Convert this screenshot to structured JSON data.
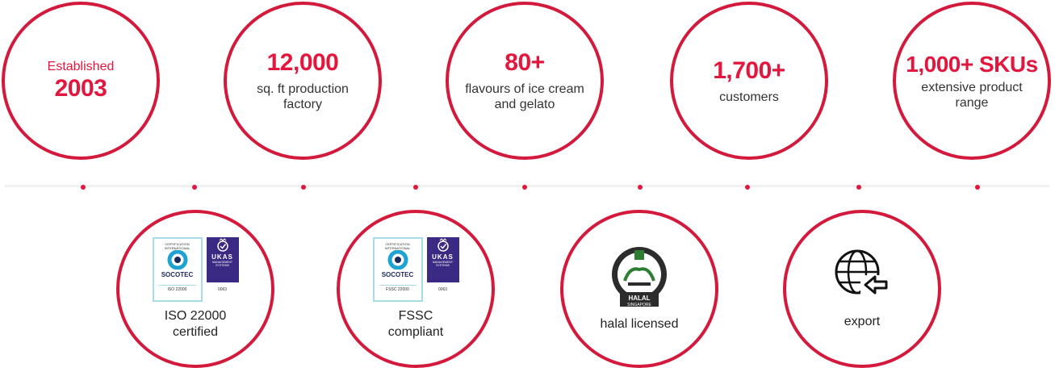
{
  "stats": [
    {
      "top_label": "Established",
      "value": "2003",
      "desc": ""
    },
    {
      "top_label": "",
      "value": "12,000",
      "desc": "sq. ft production factory"
    },
    {
      "top_label": "",
      "value": "80+",
      "desc": "flavours of ice cream and gelato"
    },
    {
      "top_label": "",
      "value": "1,700+",
      "desc": "customers"
    },
    {
      "top_label": "",
      "value": "1,000+ SKUs",
      "desc": "extensive product range"
    }
  ],
  "certifications": [
    {
      "label_line1": "ISO 22000",
      "label_line2": "certified",
      "cert_body": "SOCOTEC",
      "cert_ring": "CERTIFICATION INTERNATIONAL",
      "standard": "ISO 22000",
      "ukas_word": "UKAS",
      "ukas_sub": "MANAGEMENT SYSTEMS",
      "ukas_num": "0063",
      "icon": "iso-22000-cert-icon"
    },
    {
      "label_line1": "FSSC",
      "label_line2": "compliant",
      "cert_body": "SOCOTEC",
      "cert_ring": "CERTIFICATION INTERNATIONAL",
      "standard": "FSSC 22000",
      "ukas_word": "UKAS",
      "ukas_sub": "MANAGEMENT SYSTEMS",
      "ukas_num": "0063",
      "icon": "fssc-cert-icon"
    },
    {
      "label_line1": "halal licensed",
      "label_line2": "",
      "halal_word": "HALAL",
      "halal_country": "SINGAPORE",
      "icon": "halal-singapore-icon"
    },
    {
      "label_line1": "export",
      "label_line2": "",
      "icon": "globe-export-icon"
    }
  ],
  "colors": {
    "accent": "#e3173e",
    "ring": "#d41a3c",
    "ukas": "#3b2a83"
  }
}
